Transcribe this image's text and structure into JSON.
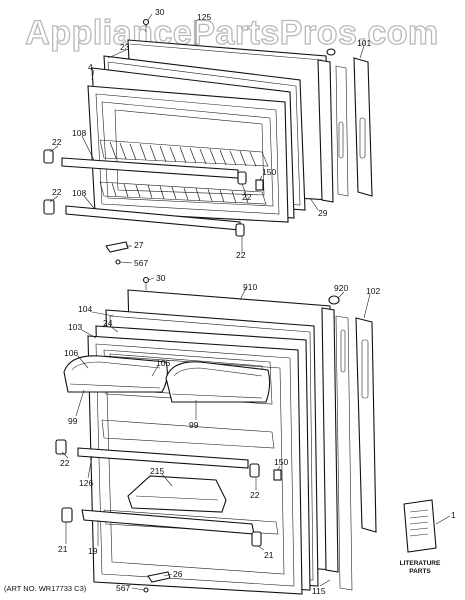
{
  "watermark": "AppliancePartsPros.com",
  "art_number": "(ART NO. WR17733 C3)",
  "literature": {
    "line1": "LITERATURE",
    "line2": "PARTS"
  },
  "callouts": {
    "t30": "30",
    "t125": "125",
    "t101": "101",
    "t23": "23",
    "t4": "4",
    "t22a": "22",
    "t108a": "108",
    "t22b": "22",
    "t108b": "108",
    "t150a": "150",
    "t22c": "22",
    "t29": "29",
    "t22d": "22",
    "t27": "27",
    "t567a": "567",
    "t30b": "30",
    "t910": "910",
    "t920": "920",
    "t102": "102",
    "t104": "104",
    "t24": "24",
    "t103": "103",
    "t106a": "106",
    "t106b": "106",
    "t99a": "99",
    "t99b": "99",
    "t22e": "22",
    "t126": "126",
    "t215": "215",
    "t150b": "150",
    "t22f": "22",
    "t21a": "21",
    "t19": "19",
    "t21b": "21",
    "t115": "115",
    "t567b": "567",
    "t26": "26",
    "t1": "1"
  }
}
